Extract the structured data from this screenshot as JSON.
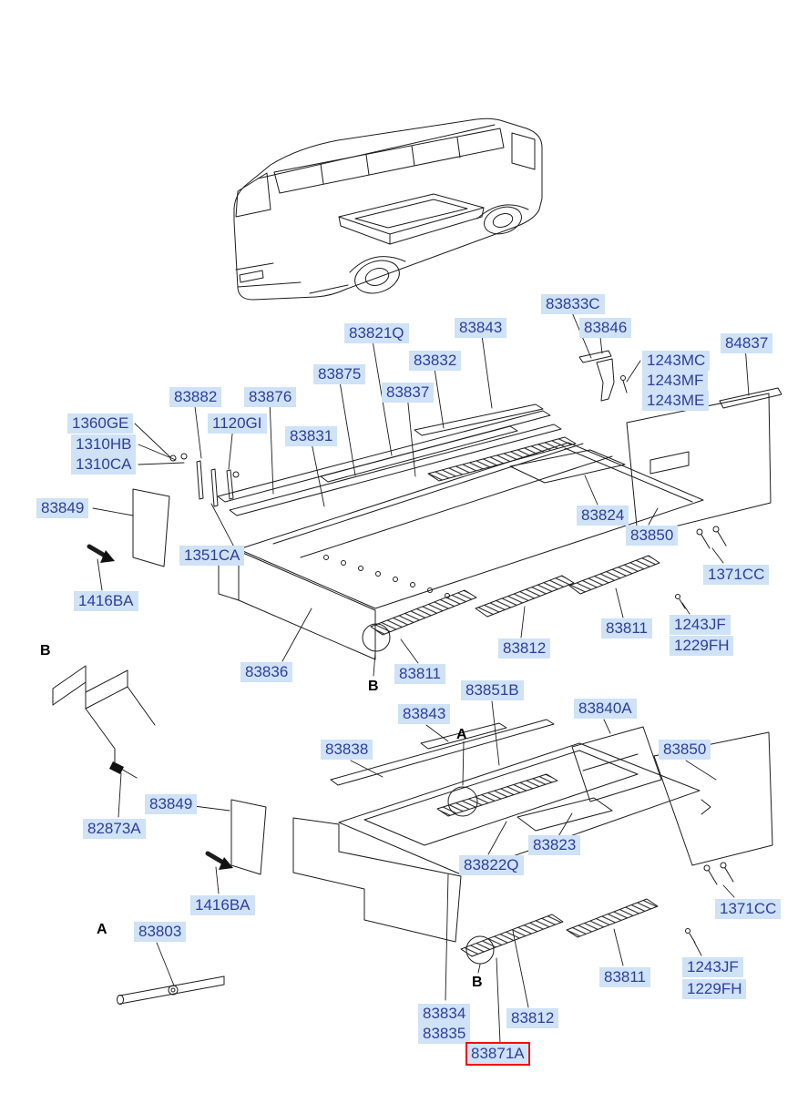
{
  "colors": {
    "background": "#ffffff",
    "label_bg": "#cfe2f6",
    "label_text": "#2f3e9a",
    "highlight_border": "#ee1111",
    "line": "#1c1c1c"
  },
  "highlighted_part": "83871A",
  "illustrations": [
    "bus-line-drawing",
    "floor-assembly-upper",
    "floor-assembly-lower",
    "section-detail-B",
    "section-detail-A"
  ],
  "labels": [
    {
      "text": "83833C"
    },
    {
      "text": "83843"
    },
    {
      "text": "83846"
    },
    {
      "text": "83821Q"
    },
    {
      "text": "84837"
    },
    {
      "text": "83832"
    },
    {
      "text": "1243MC"
    },
    {
      "text": "83875"
    },
    {
      "text": "1243MF"
    },
    {
      "text": "83837"
    },
    {
      "text": "1243ME"
    },
    {
      "text": "83882"
    },
    {
      "text": "83876"
    },
    {
      "text": "1360GE"
    },
    {
      "text": "1120GI"
    },
    {
      "text": "83831"
    },
    {
      "text": "1310HB"
    },
    {
      "text": "1310CA"
    },
    {
      "text": "83849"
    },
    {
      "text": "83824"
    },
    {
      "text": "83850"
    },
    {
      "text": "1351CA"
    },
    {
      "text": "1371CC"
    },
    {
      "text": "1416BA"
    },
    {
      "text": "1243JF"
    },
    {
      "text": "83811"
    },
    {
      "text": "1229FH"
    },
    {
      "text": "83812"
    },
    {
      "text": "83836"
    },
    {
      "text": "83811"
    },
    {
      "text": "83851B"
    },
    {
      "text": "83840A"
    },
    {
      "text": "83843"
    },
    {
      "text": "83838"
    },
    {
      "text": "83850"
    },
    {
      "text": "83849"
    },
    {
      "text": "82873A"
    },
    {
      "text": "83823"
    },
    {
      "text": "83822Q"
    },
    {
      "text": "1416BA"
    },
    {
      "text": "1371CC"
    },
    {
      "text": "83803"
    },
    {
      "text": "1243JF"
    },
    {
      "text": "83811"
    },
    {
      "text": "1229FH"
    },
    {
      "text": "83834"
    },
    {
      "text": "83812"
    },
    {
      "text": "83835"
    },
    {
      "text": "83871A"
    }
  ],
  "markers": [
    {
      "text": "B"
    },
    {
      "text": "B"
    },
    {
      "text": "A"
    },
    {
      "text": "A"
    },
    {
      "text": "B"
    }
  ]
}
